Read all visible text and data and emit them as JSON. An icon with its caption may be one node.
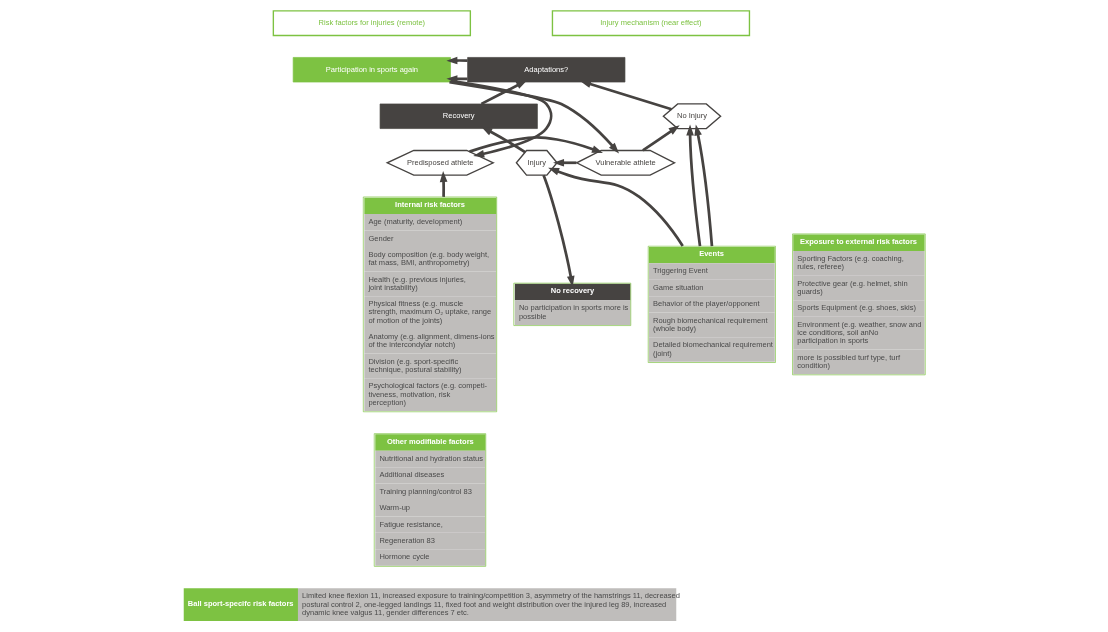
{
  "diagram": {
    "nodes": [
      {
        "text": [
          "Risk factors for injuries (remote)"
        ]
      },
      {
        "text": [
          "Injury mechanism (near effect)"
        ]
      },
      {
        "text": [
          "Participation in sports again"
        ]
      },
      {
        "text": [
          "Adaptations?"
        ]
      },
      {
        "text": [
          "Recovery"
        ]
      },
      {
        "text": [
          "No Injury"
        ]
      },
      {
        "text": [
          "Predisposed athlete"
        ]
      },
      {
        "text": [
          "Vulnerable athlete"
        ]
      },
      {
        "text": [
          "Injury"
        ]
      },
      {
        "text": [
          "Internal risk factors",
          "Age (maturity, development)",
          "Gender",
          "Body composition (e.g. body weight, fat mass, BMI, anthropometry)",
          "Health (e.g. previous injuries, joint instability)",
          "Physical fitness (e.g. muscle strength, maximum O₂ uptake, range of motion of the joints)",
          "Anatomy (e.g. alignment, dimens-ions of the intercondylar notch)",
          "Division (e.g. sport-specific technique, postural stability)",
          "Psychological factors (e.g. competi-tiveness, motivation, risk perception)"
        ]
      },
      {
        "text": [
          "Exposure to external risk factors",
          "Sporting Factors (e.g. coaching, rules, referee)",
          "Protective gear (e.g. helmet, shin guards)",
          "Sports Equipment (e.g. shoes, skis)",
          "Environment (e.g. weather, snow and ice conditions, soil anNo participation in sports",
          "more is possibled turf type, turf condition)"
        ]
      },
      {
        "text": [
          "Events",
          "Triggering Event",
          "Game situation",
          "Behavior of the player/opponent",
          "Rough biomechanical requirement (whole body)",
          "Detailed biomechanical requirement (joint)"
        ]
      },
      {
        "text": [
          "No recovery",
          "No participation in sports more is possible"
        ]
      },
      {
        "text": [
          "Other modifiable factors",
          "Nutritional and hydration status",
          "Additional diseases",
          "Training planning/control 83",
          "Warm-up",
          "Fatigue resistance,",
          "Regeneration 83",
          "Hormone cycle"
        ]
      },
      {
        "text": [
          "Ball sport-specifc risk factors",
          "Limited knee flexion 11, increased exposure to training/competition 3, asymmetry of the hamstrings 11, decreased postural control 2, one-legged landings 11, fixed foot and weight distribution over the injured leg 89, increased dynamic knee valgus 11, gender differences 7 etc."
        ]
      }
    ],
    "edges": [
      {
        "from": 9,
        "to": 6,
        "arrow": "to"
      },
      {
        "from": 2,
        "to": 6,
        "arrow": "to"
      },
      {
        "from": 2,
        "to": 7,
        "arrow": "to"
      },
      {
        "from": 6,
        "to": 7,
        "arrow": "to"
      },
      {
        "from": 7,
        "to": 5,
        "arrow": "to"
      },
      {
        "from": 7,
        "to": 8,
        "arrow": "to"
      },
      {
        "from": 11,
        "to": 5,
        "arrow": "to"
      },
      {
        "from": 11,
        "to": 5,
        "arrow": "to"
      },
      {
        "from": 11,
        "to": 8,
        "arrow": "to"
      },
      {
        "from": 5,
        "to": 3,
        "arrow": "to"
      },
      {
        "from": 8,
        "to": 4,
        "arrow": "to"
      },
      {
        "from": 8,
        "to": 12,
        "arrow": "to"
      },
      {
        "from": 4,
        "to": 3,
        "arrow": "to"
      },
      {
        "from": 3,
        "to": 2,
        "arrow": "to"
      },
      {
        "from": 3,
        "to": 2,
        "arrow": "to"
      }
    ]
  }
}
